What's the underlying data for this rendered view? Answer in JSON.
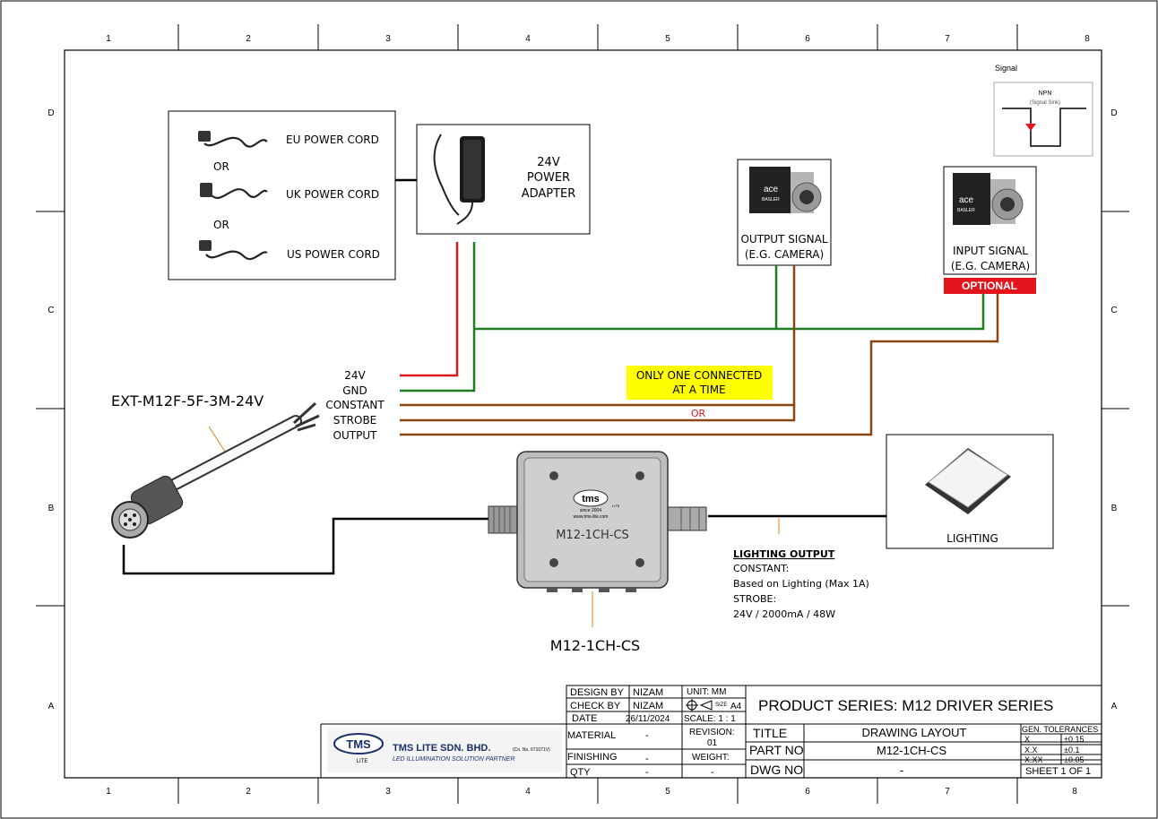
{
  "grid": {
    "cols": [
      "1",
      "2",
      "3",
      "4",
      "5",
      "6",
      "7",
      "8"
    ],
    "rows": [
      "D",
      "C",
      "B",
      "A"
    ]
  },
  "signal": {
    "title": "Signal",
    "type": "NPN",
    "subtitle": "(Signal Sink)"
  },
  "power_cords": {
    "eu": "EU POWER CORD",
    "or1": "OR",
    "uk": "UK POWER CORD",
    "or2": "OR",
    "us": "US POWER CORD"
  },
  "adapter": {
    "line1": "24V",
    "line2": "POWER",
    "line3": "ADAPTER"
  },
  "output_camera": {
    "line1": "OUTPUT SIGNAL",
    "line2": "(E.G. CAMERA)",
    "brand1": "ace",
    "brand2": "BASLER"
  },
  "input_camera": {
    "line1": "INPUT SIGNAL",
    "line2": "(E.G. CAMERA)",
    "optional": "OPTIONAL",
    "brand1": "ace",
    "brand2": "BASLER"
  },
  "cable": {
    "name": "EXT-M12F-5F-3M-24V",
    "wires": [
      "24V",
      "GND",
      "CONSTANT",
      "STROBE",
      "OUTPUT"
    ]
  },
  "note": {
    "line1": "ONLY ONE CONNECTED",
    "line2": "AT A TIME",
    "or": "OR"
  },
  "driver": {
    "name": "M12-1CH-CS",
    "caption": "M12-1CH-CS",
    "logo": "tms",
    "logo_sub": "LITE",
    "since": "since 2004",
    "url": "www.tms-lite.com"
  },
  "lighting": {
    "label": "LIGHTING"
  },
  "lighting_output": {
    "title": "LIGHTING OUTPUT",
    "l1": "CONSTANT:",
    "l2": "Based on Lighting (Max 1A)",
    "l3": "STROBE:",
    "l4": "24V / 2000mA / 48W"
  },
  "colors": {
    "red": "#d71920",
    "green": "#1e7d1e",
    "brown": "#8b4513",
    "optional_bg": "#e3141b",
    "note_bg": "#ffff00",
    "leader": "#e8821e"
  },
  "title_block": {
    "design_by_label": "DESIGN BY",
    "design_by": "NIZAM",
    "check_by_label": "CHECK BY",
    "check_by": "NIZAM",
    "date_label": "DATE",
    "date": "26/11/2024",
    "unit": "UNIT:  MM",
    "size_label": "SIZE",
    "size": "A4",
    "scale": "SCALE: 1 : 1",
    "material_label": "MATERIAL",
    "material": "-",
    "revision_label": "REVISION:",
    "revision": "01",
    "finishing_label": "FINISHING",
    "finishing": "-",
    "weight_label": "WEIGHT:",
    "qty_label": "QTY",
    "qty": "-",
    "weight": "-",
    "product_series": "PRODUCT SERIES: M12 DRIVER SERIES",
    "title_label": "TITLE",
    "title": "DRAWING LAYOUT",
    "part_no_label": "PART NO",
    "part_no": "M12-1CH-CS",
    "dwg_no_label": "DWG NO",
    "dwg_no": "-",
    "tol_title": "GEN. TOLERANCES",
    "tol": [
      [
        "X",
        "±0.15"
      ],
      [
        "X.X",
        "±0.1"
      ],
      [
        "X.XX",
        "±0.05"
      ]
    ],
    "sheet": "SHEET 1 OF 1",
    "company_logo": "TMS",
    "company_logo_sub": "LITE",
    "company": "TMS LITE SDN. BHD.",
    "company_reg": "(Co. No. 671071V)",
    "company_tagline": "LED ILLUMINATION SOLUTION PARTNER"
  }
}
